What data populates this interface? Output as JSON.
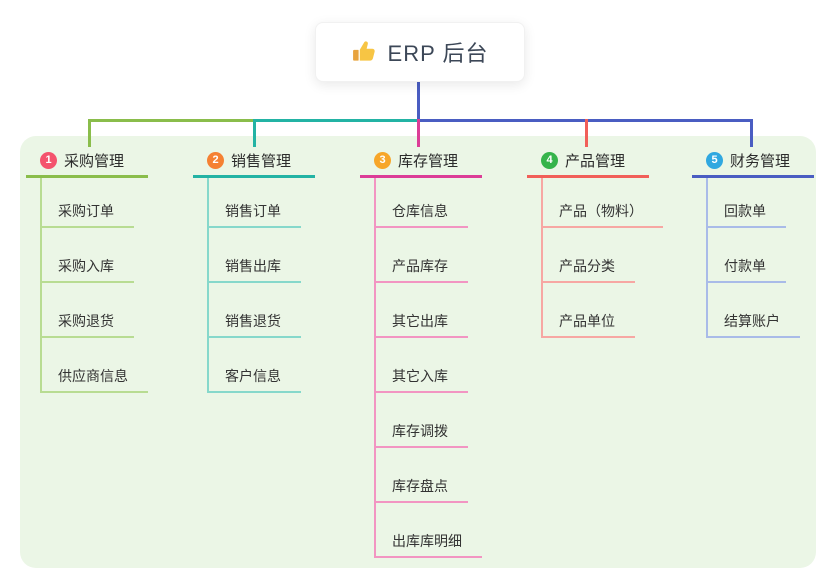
{
  "root": {
    "icon": "thumbs-up",
    "label": "ERP 后台"
  },
  "branches": [
    {
      "index": "1",
      "label": "采购管理",
      "badge_color": "#f4536d",
      "line_color": "#8abd4b",
      "light_color": "#b8dc92",
      "children": [
        "采购订单",
        "采购入库",
        "采购退货",
        "供应商信息"
      ]
    },
    {
      "index": "2",
      "label": "销售管理",
      "badge_color": "#f58133",
      "line_color": "#23b3a4",
      "light_color": "#86d8cb",
      "children": [
        "销售订单",
        "销售出库",
        "销售退货",
        "客户信息"
      ]
    },
    {
      "index": "3",
      "label": "库存管理",
      "badge_color": "#f7a629",
      "line_color": "#dc3d97",
      "light_color": "#f295c2",
      "children": [
        "仓库信息",
        "产品库存",
        "其它出库",
        "其它入库",
        "库存调拨",
        "库存盘点",
        "出库库明细"
      ]
    },
    {
      "index": "4",
      "label": "产品管理",
      "badge_color": "#35b44b",
      "line_color": "#f15f59",
      "light_color": "#f7a7a3",
      "children": [
        "产品（物料）",
        "产品分类",
        "产品单位"
      ]
    },
    {
      "index": "5",
      "label": "财务管理",
      "badge_color": "#30a8e0",
      "line_color": "#4a5dc2",
      "light_color": "#a9bbe8",
      "children": [
        "回款单",
        "付款单",
        "结算账户"
      ]
    }
  ],
  "colors": {
    "panel_bg": "#ebf6e6",
    "root_connector": "#4a5dc2",
    "root_text": "#3c4757",
    "canvas_bg": "#ffffff"
  }
}
